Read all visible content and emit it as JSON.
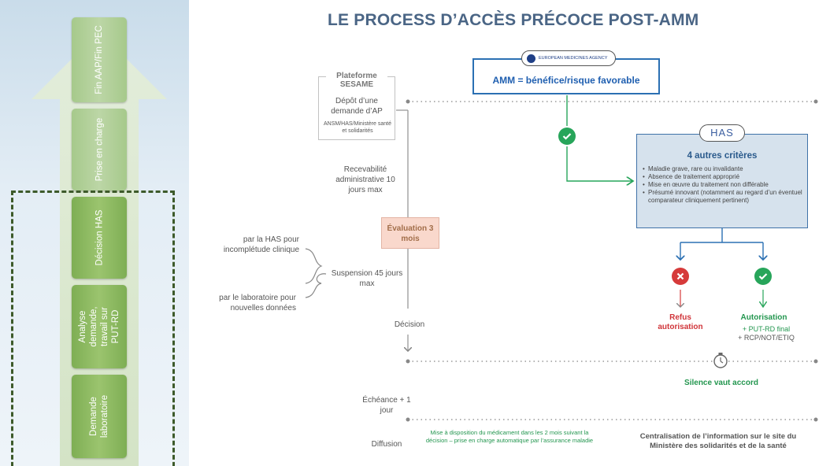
{
  "left_panel": {
    "steps": [
      {
        "label": "Fin AAP/Fin PEC"
      },
      {
        "label": "Prise en charge"
      },
      {
        "label": "Décision HAS"
      },
      {
        "label": "Analyse demande, travail sur PUT-RD"
      },
      {
        "label": "Demande laboratoire"
      }
    ]
  },
  "title": "LE PROCESS D’ACCÈS PRÉCOCE POST-AMM",
  "sesame": {
    "platform_label": "Plateforme SESAME",
    "deposit": "Dépôt d’une demande d’AP",
    "bodies": "ANSM/HAS/Ministère santé et solidarités"
  },
  "ema": {
    "logo_text": "EUROPEAN MEDICINES AGENCY",
    "amm": "AMM = bénéfice/risque favorable"
  },
  "has": {
    "badge": "HAS",
    "title": "4 autres critères",
    "criteria": [
      "Maladie grave, rare ou invalidante",
      "Absence de traitement approprié",
      "Mise en œuvre du traitement non différable",
      "Présumé innovant (notamment au regard d’un éventuel comparateur cliniquement pertinent)"
    ]
  },
  "timeline": {
    "recevabilite": "Recevabilité administrative 10 jours max",
    "evaluation": "Évaluation 3 mois",
    "par_has": "par la HAS pour incomplétude clinique",
    "suspension": "Suspension 45 jours max",
    "par_labo": "par le laboratoire pour nouvelles données",
    "decision": "Décision",
    "echeance": "Échéance + 1 jour",
    "diffusion": "Diffusion"
  },
  "outcomes": {
    "refus": "Refus autorisation",
    "autorisation": "Autorisation",
    "autorisation_d1": "+ PUT-RD final",
    "autorisation_d2": "+ RCP/NOT/ETIQ",
    "silence": "Silence vaut accord"
  },
  "bottom": {
    "mise_a_dispo": "Mise à disposition du médicament dans les 2 mois suivant la décision – prise en charge automatique par l’assurance maladie",
    "centralisation": "Centralisation de l’information sur le site du Ministère des solidarités et de la santé"
  },
  "colors": {
    "green": "#27a55a",
    "red": "#d63a3a",
    "title_blue": "#4a6585",
    "ema_blue": "#2b70b3",
    "has_fill": "#d6e2ed",
    "eval_fill": "#f9d8cc",
    "step_green": "#8ab860"
  }
}
